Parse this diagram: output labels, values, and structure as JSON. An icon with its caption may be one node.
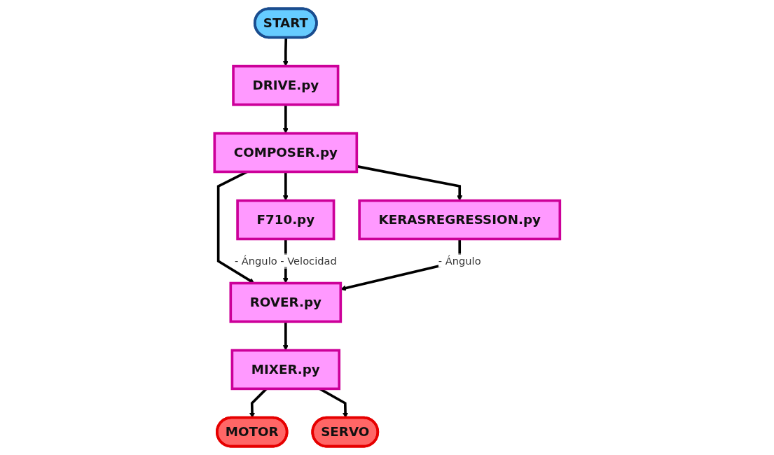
{
  "diagram": {
    "nodes": [
      {
        "text": [
          "START"
        ]
      },
      {
        "text": [
          "DRIVE.py"
        ]
      },
      {
        "text": [
          "COMPOSER.py"
        ]
      },
      {
        "text": [
          "F710.py"
        ]
      },
      {
        "text": [
          "ROVER.py"
        ]
      },
      {
        "text": [
          "KERASREGRESSION.py"
        ]
      },
      {
        "text": [
          "MIXER.py"
        ]
      },
      {
        "text": [
          "MOTOR"
        ]
      },
      {
        "text": [
          "SERVO"
        ]
      }
    ],
    "edges": [
      {
        "from": 0,
        "to": 1,
        "arrow": "to"
      },
      {
        "from": 1,
        "to": 2,
        "arrow": "to"
      },
      {
        "from": 2,
        "to": 3,
        "arrow": "to"
      },
      {
        "from": 2,
        "to": 4,
        "arrow": "to"
      },
      {
        "from": 2,
        "to": 5,
        "arrow": "to"
      },
      {
        "from": 3,
        "to": 4,
        "arrow": "to",
        "label": "- Ángulo - Velocidad"
      },
      {
        "from": 5,
        "to": 4,
        "arrow": "to",
        "label": "- Ángulo"
      },
      {
        "from": 4,
        "to": 6,
        "arrow": "to"
      },
      {
        "from": 6,
        "to": 7,
        "arrow": "to"
      },
      {
        "from": 6,
        "to": 8,
        "arrow": "to"
      }
    ]
  }
}
